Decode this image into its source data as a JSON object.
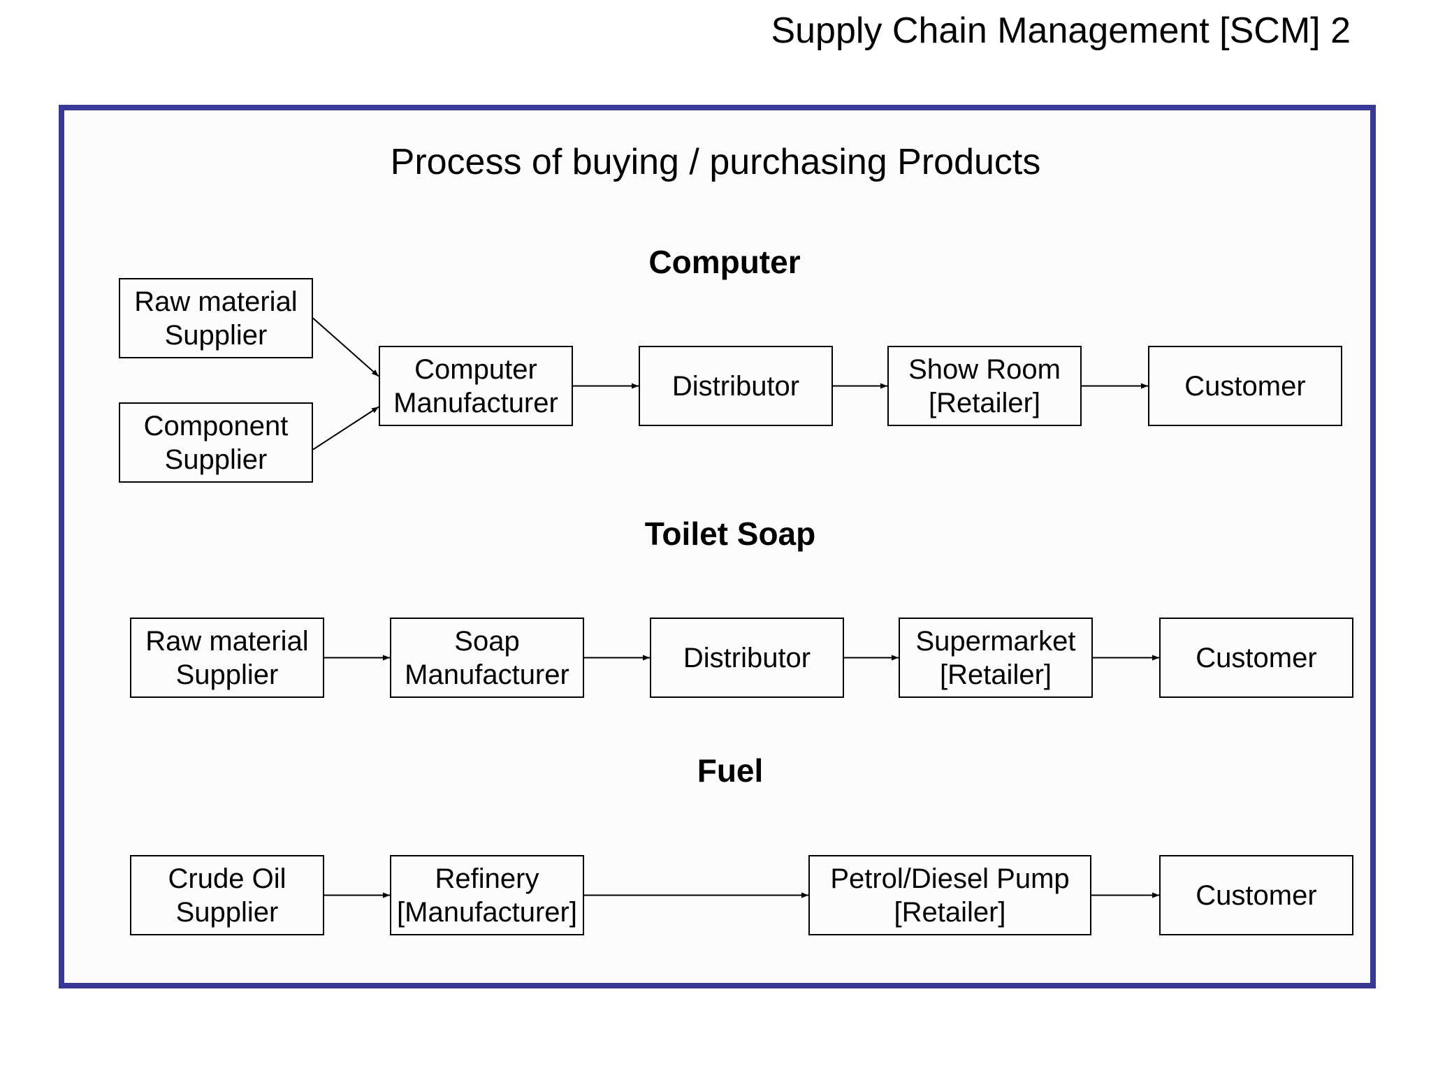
{
  "header": {
    "title": "Supply Chain Management [SCM] 2"
  },
  "diagram": {
    "title": "Process of buying / purchasing Products",
    "sections": [
      {
        "title": "Computer",
        "nodes": [
          "Raw material\nSupplier",
          "Component\nSupplier",
          "Computer\nManufacturer",
          "Distributor",
          "Show Room\n[Retailer]",
          "Customer"
        ]
      },
      {
        "title": "Toilet Soap",
        "nodes": [
          "Raw material\nSupplier",
          "Soap\nManufacturer",
          "Distributor",
          "Supermarket\n[Retailer]",
          "Customer"
        ]
      },
      {
        "title": "Fuel",
        "nodes": [
          "Crude Oil\nSupplier",
          "Refinery\n[Manufacturer]",
          "Petrol/Diesel Pump\n[Retailer]",
          "Customer"
        ]
      }
    ],
    "edges": [
      [
        "c-raw-material",
        "c-manufacturer"
      ],
      [
        "c-component",
        "c-manufacturer"
      ],
      [
        "c-manufacturer",
        "c-distributor"
      ],
      [
        "c-distributor",
        "c-retailer"
      ],
      [
        "c-retailer",
        "c-customer"
      ],
      [
        "s-raw-material",
        "s-manufacturer"
      ],
      [
        "s-manufacturer",
        "s-distributor"
      ],
      [
        "s-distributor",
        "s-retailer"
      ],
      [
        "s-retailer",
        "s-customer"
      ],
      [
        "f-crude-oil",
        "f-refinery"
      ],
      [
        "f-refinery",
        "f-retailer"
      ],
      [
        "f-retailer",
        "f-customer"
      ]
    ]
  }
}
